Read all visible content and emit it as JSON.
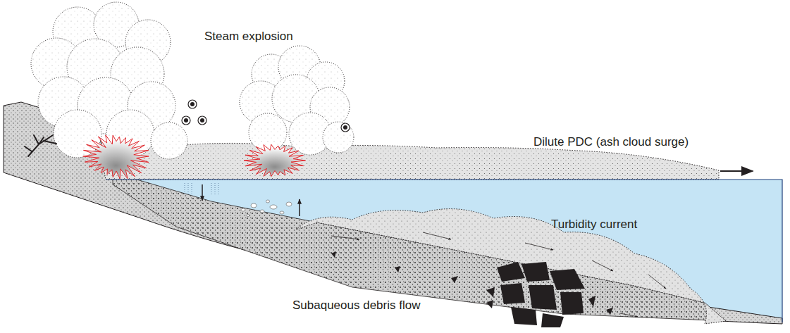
{
  "diagram": {
    "labels": [
      "Steam explosion",
      "Dilute PDC (ash cloud surge)",
      "Turbidity current",
      "Subaqueous debris flow"
    ]
  }
}
